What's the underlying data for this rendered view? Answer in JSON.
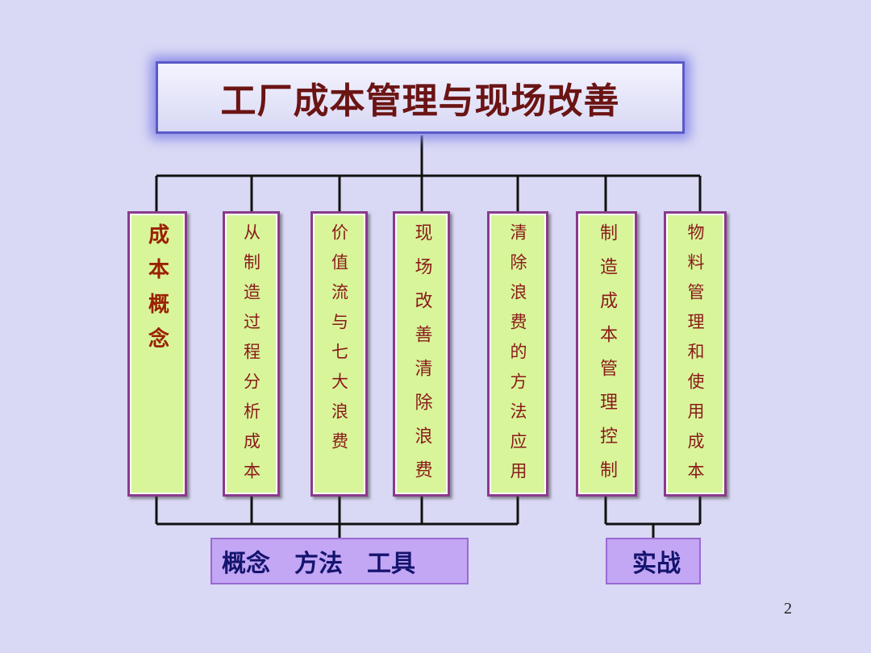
{
  "title": "工厂成本管理与现场改善",
  "columns": [
    {
      "text": "成本概念"
    },
    {
      "text": "从制造过程分析成本"
    },
    {
      "text": "价值流与七大浪费"
    },
    {
      "text": "现场改善清除浪费"
    },
    {
      "text": "清除浪费的方法应用"
    },
    {
      "text": "制造成本管理控制"
    },
    {
      "text": "物料管理和使用成本"
    }
  ],
  "groups": {
    "left": "概念　方法　工具",
    "right": "实战"
  },
  "page_number": "2"
}
